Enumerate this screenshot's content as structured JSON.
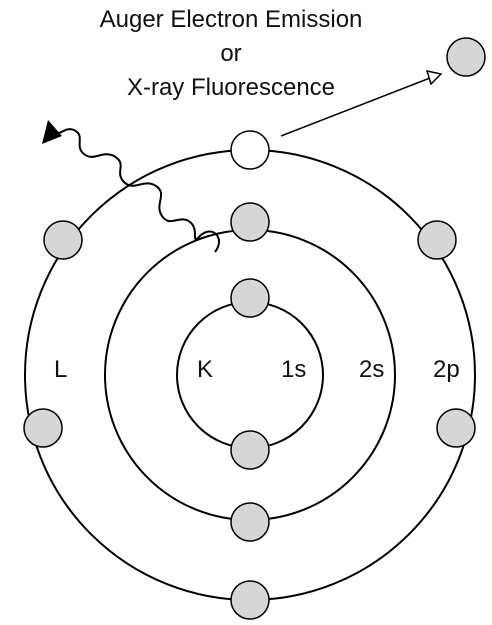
{
  "title": {
    "line1": "Auger Electron Emission",
    "line2": "or",
    "line3": "X-ray Fluorescence"
  },
  "shells": {
    "L": "L",
    "K": "K"
  },
  "orbitals": {
    "s1": "1s",
    "s2": "2s",
    "p2": "2p"
  },
  "colors": {
    "electron_fill": "#d6d6d6",
    "vacancy_fill": "#ffffff",
    "stroke": "#000000"
  },
  "icons": {
    "incoming_photon": "wavy-arrow-icon",
    "emitted_electron": "straight-arrow-icon"
  }
}
